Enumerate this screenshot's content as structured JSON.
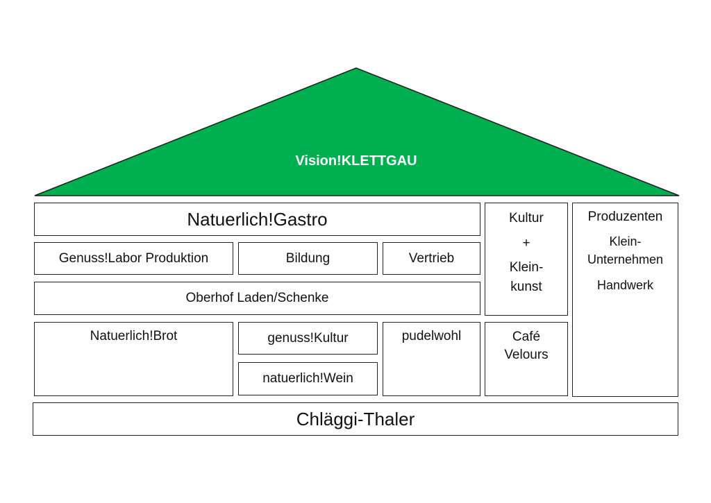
{
  "roof": {
    "title": "Vision!KLETTGAU",
    "color": "#00AF50"
  },
  "gastro": {
    "title": "Natuerlich!Gastro",
    "genuss_labor": "Genuss!Labor Produktion",
    "bildung": "Bildung",
    "vertrieb": "Vertrieb",
    "oberhof": "Oberhof Laden/Schenke"
  },
  "kultur": {
    "line1": "Kultur",
    "line2": "+",
    "line3": "Klein-",
    "line4": "kunst"
  },
  "produzenten": {
    "title": "Produzenten",
    "line1": "Klein-",
    "line2": "Unternehmen",
    "line3": "Handwerk"
  },
  "lower": {
    "brot": "Natuerlich!Brot",
    "genuss_kultur": "genuss!Kultur",
    "wein": "natuerlich!Wein",
    "pudelwohl": "pudelwohl",
    "cafe_line1": "Café",
    "cafe_line2": "Velours"
  },
  "foundation": {
    "title": "Chläggi-Thaler"
  }
}
